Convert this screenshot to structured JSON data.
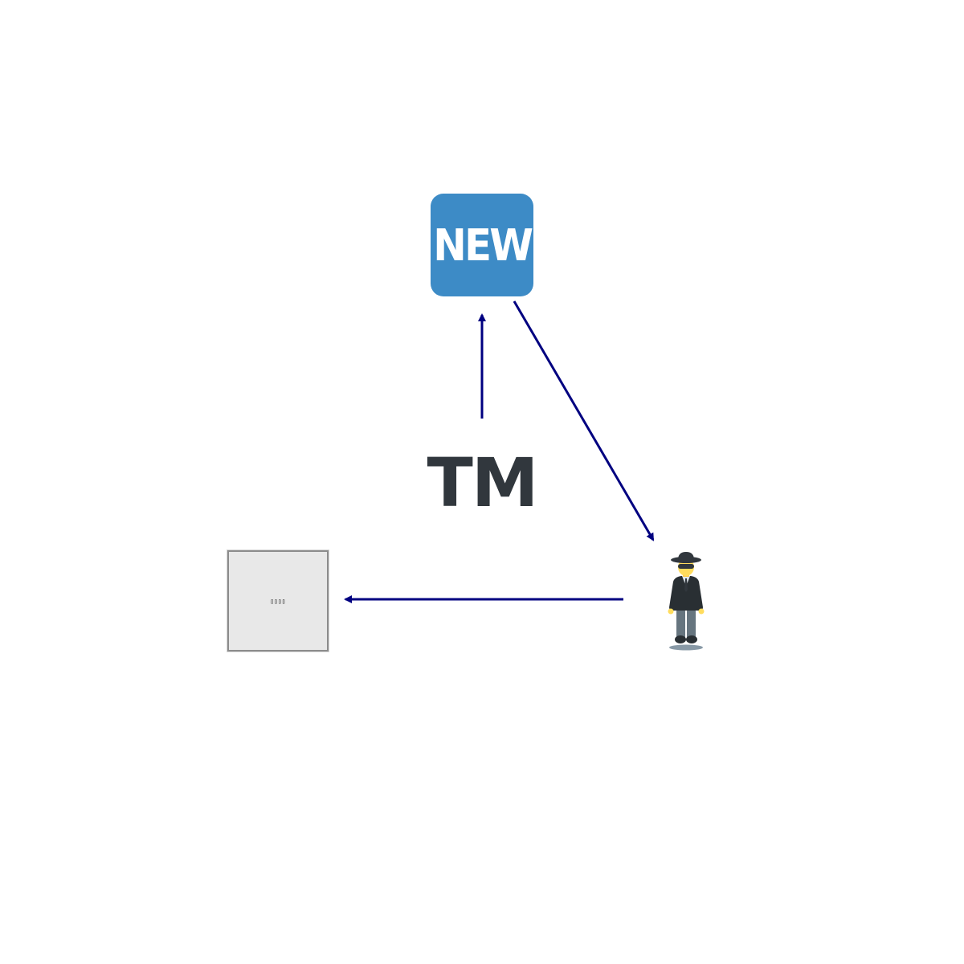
{
  "colors": {
    "background": "#ffffff",
    "arrow": "#000080",
    "new_badge_fill": "#3d8bc6",
    "new_badge_text": "#ffffff",
    "tm_text": "#31373d",
    "glyph_box_fill": "#e8e8e8",
    "glyph_box_border": "#8c8c8c"
  },
  "nodes": {
    "new_badge": {
      "label": "NEW",
      "icon": "new-button-icon"
    },
    "trademark": {
      "label": "TM",
      "icon": "trade-mark-icon"
    },
    "detective": {
      "icon": "detective-icon"
    },
    "glyph_box": {
      "label": "▯▯▯▯",
      "icon": "missing-glyph-box"
    }
  },
  "edges": [
    {
      "from": "trademark",
      "to": "new_badge"
    },
    {
      "from": "new_badge",
      "to": "detective"
    },
    {
      "from": "detective",
      "to": "glyph_box"
    }
  ]
}
